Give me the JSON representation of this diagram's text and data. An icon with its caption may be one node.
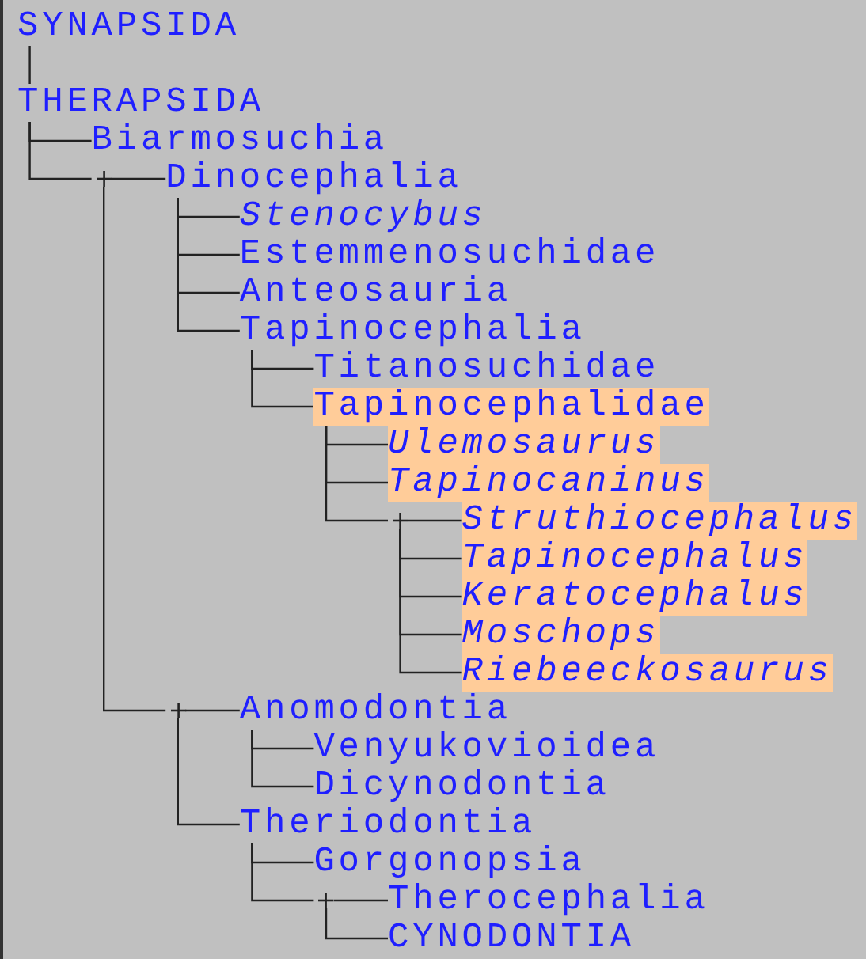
{
  "diagram": {
    "nodes": [
      {
        "text": [
          "SYNAPSIDA"
        ]
      },
      {
        "text": [
          "THERAPSIDA"
        ]
      },
      {
        "text": [
          "Biarmosuchia"
        ]
      },
      {
        "text": [],
        "shape": "plus"
      },
      {
        "text": [
          "Dinocephalia"
        ]
      },
      {
        "text": [
          "Stenocybus"
        ]
      },
      {
        "text": [
          "Estemmenosuchidae"
        ]
      },
      {
        "text": [
          "Anteosauria"
        ]
      },
      {
        "text": [
          "Tapinocephalia"
        ]
      },
      {
        "text": [
          "Titanosuchidae"
        ]
      },
      {
        "text": [
          "Tapinocephalidae"
        ]
      },
      {
        "text": [
          "Ulemosaurus"
        ]
      },
      {
        "text": [
          "Tapinocaninus"
        ]
      },
      {
        "text": [],
        "shape": "plus"
      },
      {
        "text": [
          "Struthiocephalus"
        ]
      },
      {
        "text": [
          "Tapinocephalus"
        ]
      },
      {
        "text": [
          "Keratocephalus"
        ]
      },
      {
        "text": [
          "Moschops"
        ]
      },
      {
        "text": [
          "Riebeeckosaurus"
        ]
      },
      {
        "text": [],
        "shape": "plus"
      },
      {
        "text": [
          "Anomodontia"
        ]
      },
      {
        "text": [
          "Venyukovioidea"
        ]
      },
      {
        "text": [
          "Dicynodontia"
        ]
      },
      {
        "text": [
          "Theriodontia"
        ]
      },
      {
        "text": [
          "Gorgonopsia"
        ]
      },
      {
        "text": [],
        "shape": "plus"
      },
      {
        "text": [
          "Therocephalia"
        ]
      },
      {
        "text": [
          "CYNODONTIA"
        ]
      }
    ],
    "edges": [
      {
        "from": 0,
        "to": 1,
        "arrow": "none"
      },
      {
        "from": 1,
        "to": 2,
        "arrow": "none"
      },
      {
        "from": 1,
        "to": 3,
        "arrow": "none"
      },
      {
        "from": 3,
        "to": 4,
        "arrow": "none"
      },
      {
        "from": 4,
        "to": 5,
        "arrow": "none"
      },
      {
        "from": 4,
        "to": 6,
        "arrow": "none"
      },
      {
        "from": 4,
        "to": 7,
        "arrow": "none"
      },
      {
        "from": 4,
        "to": 8,
        "arrow": "none"
      },
      {
        "from": 8,
        "to": 9,
        "arrow": "none"
      },
      {
        "from": 8,
        "to": 10,
        "arrow": "none"
      },
      {
        "from": 10,
        "to": 11,
        "arrow": "none"
      },
      {
        "from": 10,
        "to": 12,
        "arrow": "none"
      },
      {
        "from": 10,
        "to": 13,
        "arrow": "none"
      },
      {
        "from": 13,
        "to": 14,
        "arrow": "none"
      },
      {
        "from": 13,
        "to": 15,
        "arrow": "none"
      },
      {
        "from": 13,
        "to": 16,
        "arrow": "none"
      },
      {
        "from": 13,
        "to": 17,
        "arrow": "none"
      },
      {
        "from": 13,
        "to": 18,
        "arrow": "none"
      },
      {
        "from": 3,
        "to": 19,
        "arrow": "none"
      },
      {
        "from": 19,
        "to": 20,
        "arrow": "none"
      },
      {
        "from": 20,
        "to": 21,
        "arrow": "none"
      },
      {
        "from": 20,
        "to": 22,
        "arrow": "none"
      },
      {
        "from": 19,
        "to": 23,
        "arrow": "none"
      },
      {
        "from": 23,
        "to": 24,
        "arrow": "none"
      },
      {
        "from": 23,
        "to": 25,
        "arrow": "none"
      },
      {
        "from": 25,
        "to": 26,
        "arrow": "none"
      },
      {
        "from": 25,
        "to": 27,
        "arrow": "none"
      }
    ]
  }
}
